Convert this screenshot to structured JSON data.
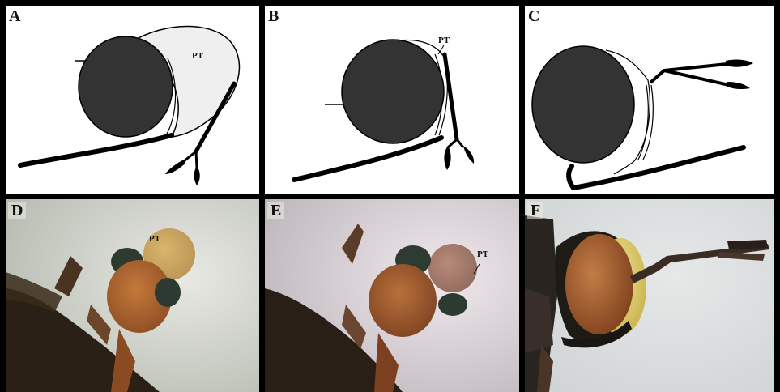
{
  "figure": {
    "panels": [
      {
        "letter": "A",
        "label": "PT"
      },
      {
        "letter": "B",
        "label": "PT"
      },
      {
        "letter": "C",
        "label": ""
      },
      {
        "letter": "D",
        "label": "PT"
      },
      {
        "letter": "E",
        "label": "PT"
      },
      {
        "letter": "F",
        "label": ""
      }
    ]
  },
  "colors": {
    "eye": "#333333",
    "ptilinum_fill": "#efefef",
    "line": "#000000",
    "photo_bg_gray": "#c9ccc6",
    "photo_bg_pink": "#d8cfd3",
    "photo_bg_white": "#dfe1e1",
    "head_orange": "#a8612c"
  }
}
